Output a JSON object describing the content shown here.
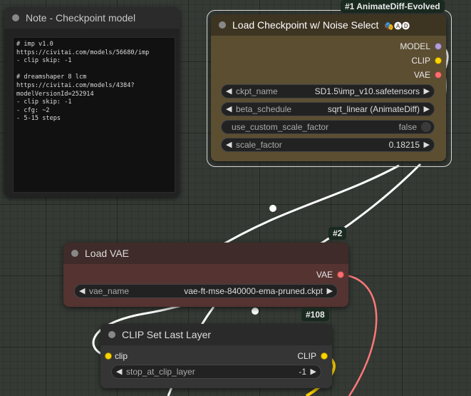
{
  "colors": {
    "canvas": "#353a35",
    "model_slot": "#b39ddb",
    "clip_slot": "#ffd500",
    "vae_slot": "#ff6e6e",
    "checkpoint_node_bg": "#5c4e31",
    "vae_node_bg": "#553331",
    "clip_node_bg": "#353535",
    "note_node_bg": "#222222"
  },
  "note": {
    "title": "Note - Checkpoint model",
    "text": "# imp v1.0\nhttps://civitai.com/models/56680/imp\n- clip skip: -1\n\n# dreamshaper 8 lcm\nhttps://civitai.com/models/4384?\nmodelVersionId=252914\n- clip skip: -1\n- cfg: ~2\n- 5-15 steps"
  },
  "checkpoint": {
    "badge": "#1 AnimateDiff-Evolved",
    "title": "Load Checkpoint w/ Noise Select",
    "title_icons": "🎭🅐🅓",
    "outputs": [
      "MODEL",
      "CLIP",
      "VAE"
    ],
    "ckpt_name": {
      "name": "ckpt_name",
      "value": "SD1.5\\imp_v10.safetensors"
    },
    "beta_schedule": {
      "name": "beta_schedule",
      "value": "sqrt_linear (AnimateDiff)"
    },
    "use_custom_scale_factor": {
      "name": "use_custom_scale_factor",
      "value": "false"
    },
    "scale_factor": {
      "name": "scale_factor",
      "value": "0.18215"
    }
  },
  "vae": {
    "badge": "#2",
    "title": "Load VAE",
    "output": "VAE",
    "vae_name": {
      "name": "vae_name",
      "value": "vae-ft-mse-840000-ema-pruned.ckpt"
    }
  },
  "clip_layer": {
    "badge": "#108",
    "title": "CLIP Set Last Layer",
    "input": "clip",
    "output": "CLIP",
    "stop_at_clip_layer": {
      "name": "stop_at_clip_layer",
      "value": "-1"
    }
  },
  "arrows": {
    "left": "◀",
    "right": "▶"
  }
}
